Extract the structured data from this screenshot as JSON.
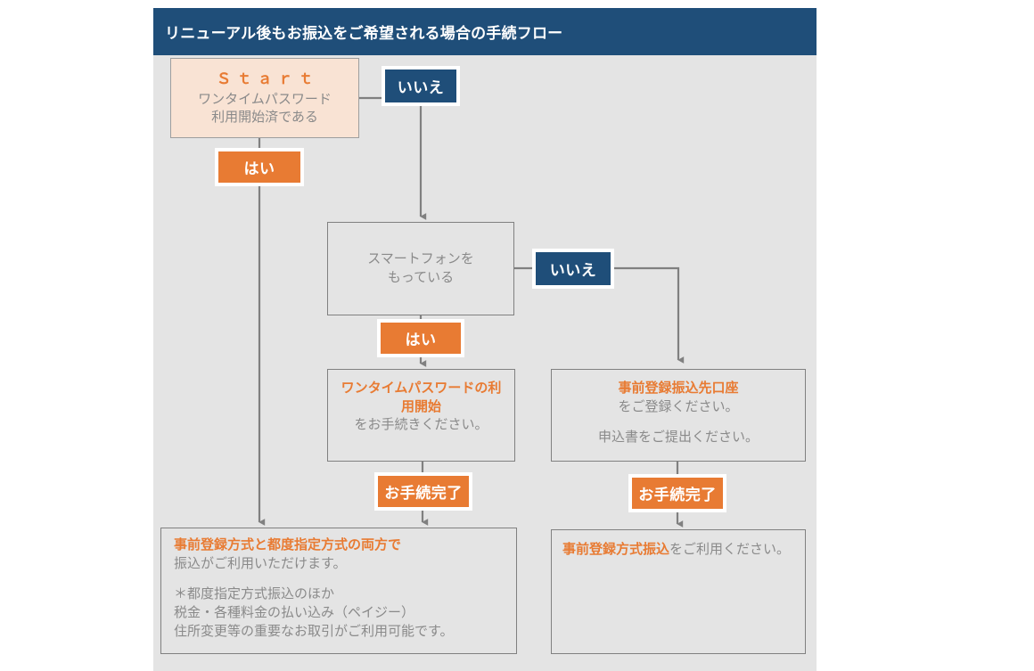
{
  "theme": {
    "navy": "#1f4e79",
    "orange": "#e87b33",
    "panel_bg": "#e4e4e4",
    "start_bg": "#f9e3d4",
    "line": "#808080",
    "text_gray": "#8a8a8a",
    "page_bg": "#ffffff"
  },
  "header": {
    "title": "リニューアル後もお振込をご希望される場合の手続フロー"
  },
  "nodes": {
    "start": {
      "label": "Ｓｔａｒｔ",
      "line1": "ワンタイムパスワード",
      "line2": "利用開始済である"
    },
    "smartphone": {
      "line1": "スマートフォンを",
      "line2": "もっている"
    },
    "otp_start": {
      "strong1": "ワンタイムパスワードの利",
      "strong2": "用開始",
      "line1": "をお手続きください。"
    },
    "prereg_account": {
      "strong1": "事前登録振込先口座",
      "line1": "をご登録ください。",
      "line2": "申込書をご提出ください。"
    },
    "result_both": {
      "strong1": "事前登録方式と都度指定方式の両方で",
      "line1": "振込がご利用いただけます。",
      "note1": "＊都度指定方式振込のほか",
      "note2": "税金・各種料金の払い込み（ペイジー）",
      "note3": "住所変更等の重要なお取引がご利用可能です。"
    },
    "result_prereg": {
      "strong1": "事前登録方式振込",
      "tail1": "をご利用ください。"
    }
  },
  "badges": {
    "yes_1": "はい",
    "no_1": "いいえ",
    "yes_2": "はい",
    "no_2": "いいえ",
    "done_1": "お手続完了",
    "done_2": "お手続完了"
  }
}
